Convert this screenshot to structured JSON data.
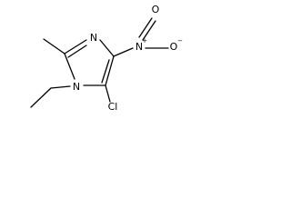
{
  "molecule": {
    "atoms": {
      "n1": "N",
      "n3": "N",
      "nitro_n": "N",
      "nitro_o_top": "O",
      "nitro_o_bottom": "O",
      "chlorine": "Cl"
    },
    "charges": {
      "nitro_n": "+",
      "nitro_o_bottom": "−"
    }
  }
}
